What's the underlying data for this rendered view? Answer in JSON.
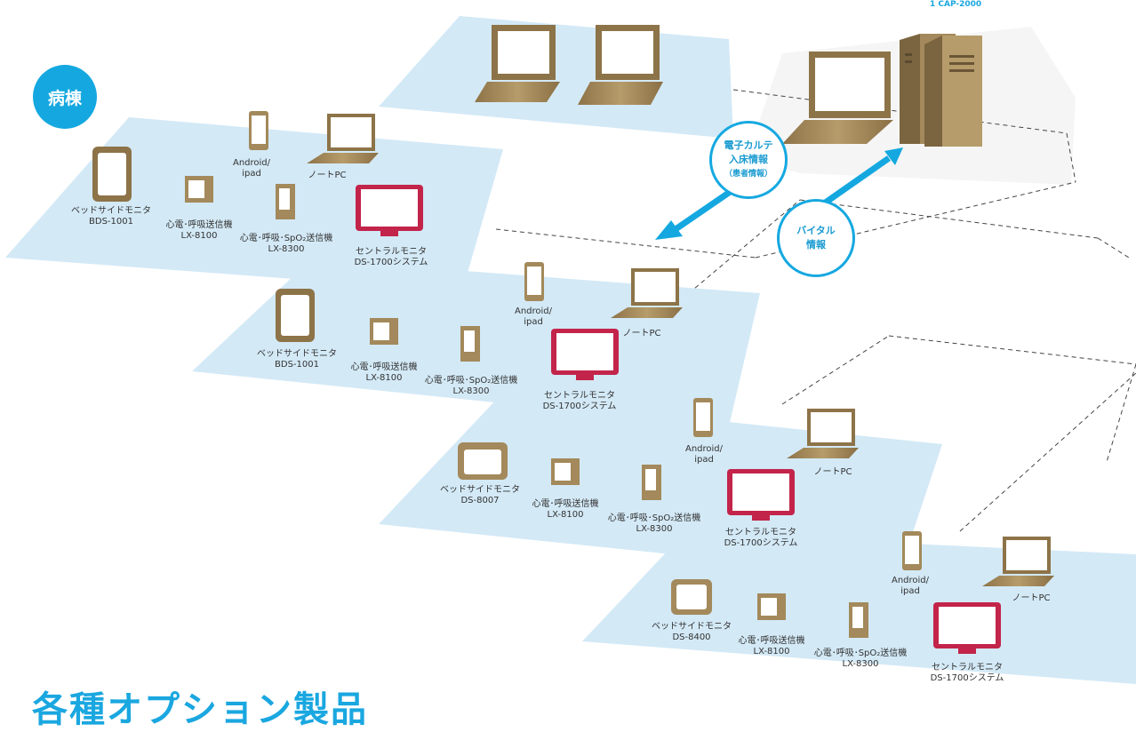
{
  "ward_badge": "病棟",
  "top_cropped_label": "1 CAP-2000",
  "bubble_left": {
    "lines": [
      "電子カルテ",
      "入床情報"
    ],
    "sub": "（患者情報）"
  },
  "bubble_right": {
    "lines": [
      "バイタル",
      "情報"
    ]
  },
  "heading": "各種オプション製品",
  "colors": {
    "accent": "#15a8e0",
    "floor": "#d3e9f6",
    "device": "#a88e5f",
    "monitor": "#c3244a"
  },
  "floors": [
    {
      "bedside": [
        "ベッドサイドモニタ",
        "BDS-1001"
      ],
      "lx8100": [
        "心電･呼吸送信機",
        "LX-8100"
      ],
      "lx8300": [
        "心電･呼吸･SpO₂送信機",
        "LX-8300"
      ],
      "central": [
        "セントラルモニタ",
        "DS-1700システム"
      ],
      "tablet": [
        "Android/",
        "ipad"
      ],
      "laptop": [
        "ノートPC"
      ]
    },
    {
      "bedside": [
        "ベッドサイドモニタ",
        "BDS-1001"
      ],
      "lx8100": [
        "心電･呼吸送信機",
        "LX-8100"
      ],
      "lx8300": [
        "心電･呼吸･SpO₂送信機",
        "LX-8300"
      ],
      "central": [
        "セントラルモニタ",
        "DS-1700システム"
      ],
      "tablet": [
        "Android/",
        "ipad"
      ],
      "laptop": [
        "ノートPC"
      ]
    },
    {
      "bedside": [
        "ベッドサイドモニタ",
        "DS-8007"
      ],
      "lx8100": [
        "心電･呼吸送信機",
        "LX-8100"
      ],
      "lx8300": [
        "心電･呼吸･SpO₂送信機",
        "LX-8300"
      ],
      "central": [
        "セントラルモニタ",
        "DS-1700システム"
      ],
      "tablet": [
        "Android/",
        "ipad"
      ],
      "laptop": [
        "ノートPC"
      ]
    },
    {
      "bedside": [
        "ベッドサイドモニタ",
        "DS-8400"
      ],
      "lx8100": [
        "心電･呼吸送信機",
        "LX-8100"
      ],
      "lx8300": [
        "心電･呼吸･SpO₂送信機",
        "LX-8300"
      ],
      "central": [
        "セントラルモニタ",
        "DS-1700システム"
      ],
      "tablet": [
        "Android/",
        "ipad"
      ],
      "laptop": [
        "ノートPC"
      ]
    }
  ]
}
